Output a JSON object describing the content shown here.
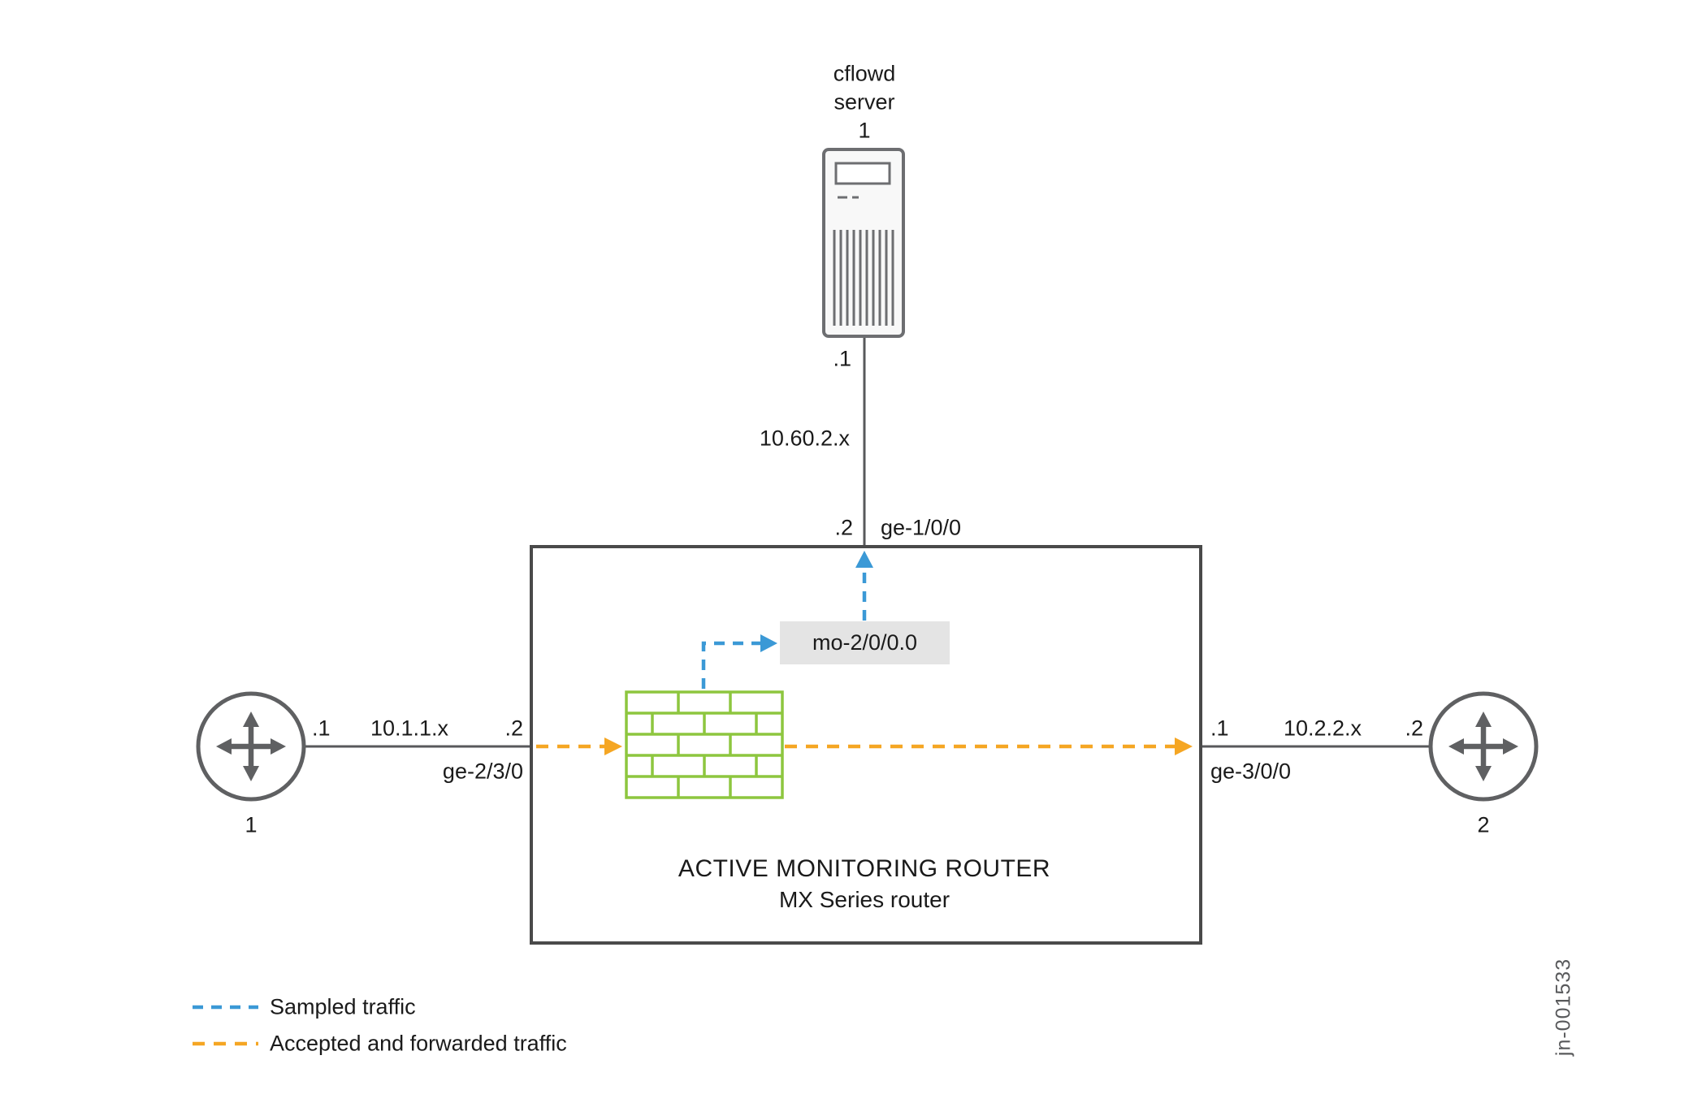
{
  "colors": {
    "sampled": "#3b99d6",
    "forwarded": "#f5a623",
    "firewall": "#8dc63f",
    "line": "#58595b",
    "border": "#4a4a4a",
    "mo_bg": "#e4e4e4",
    "text": "#1a1a1a"
  },
  "server": {
    "name_line1": "cflowd",
    "name_line2": "server",
    "number": "1",
    "ip": ".1"
  },
  "top_link": {
    "network": "10.60.2.x",
    "router_ip": ".2",
    "interface": "ge-1/0/0"
  },
  "router": {
    "title": "ACTIVE MONITORING ROUTER",
    "subtitle": "MX Series router",
    "monitoring_interface": "mo-2/0/0.0"
  },
  "left_link": {
    "router_number": "1",
    "left_ip": ".1",
    "network": "10.1.1.x",
    "right_ip": ".2",
    "interface": "ge-2/3/0"
  },
  "right_link": {
    "left_ip": ".1",
    "network": "10.2.2.x",
    "right_ip": ".2",
    "interface": "ge-3/0/0",
    "router_number": "2"
  },
  "legend": [
    {
      "label": "Sampled traffic"
    },
    {
      "label": "Accepted and forwarded traffic"
    }
  ],
  "figure_id": "jn-001533"
}
